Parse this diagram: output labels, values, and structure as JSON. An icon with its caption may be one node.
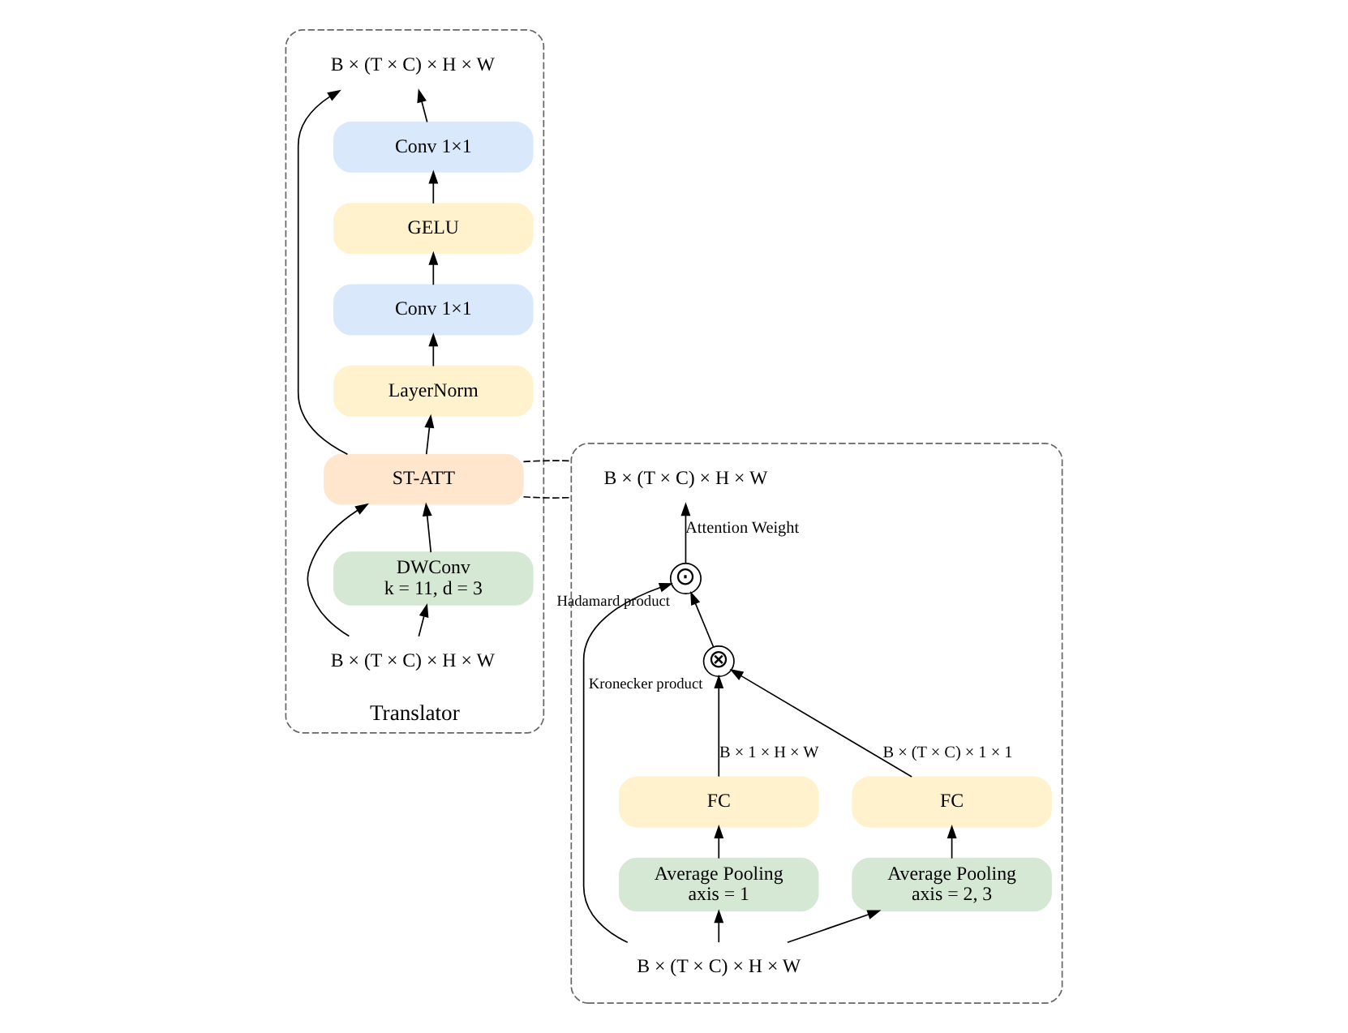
{
  "diagram": {
    "nodes": [
      {
        "text": [
          "Translator"
        ]
      },
      {
        "text": [
          "B × (T × C) × H × W"
        ],
        "in": 0
      },
      {
        "text": [
          "Conv 1×1"
        ],
        "in": 0
      },
      {
        "text": [
          "GELU"
        ],
        "in": 0
      },
      {
        "text": [
          "Conv 1×1"
        ],
        "in": 0
      },
      {
        "text": [
          "LayerNorm"
        ],
        "in": 0
      },
      {
        "text": [
          "ST-ATT"
        ],
        "in": 0
      },
      {
        "text": [
          "DWConv",
          "k = 11, d = 3"
        ],
        "in": 0
      },
      {
        "text": [
          "B × (T × C) × H × W"
        ],
        "in": 0
      },
      {
        "text": [],
        "shape": "box"
      },
      {
        "text": [
          "B × (T × C) × H × W"
        ],
        "in": 9
      },
      {
        "text": [
          "⊙"
        ],
        "in": 9,
        "beside": [
          "Hadamard product"
        ]
      },
      {
        "text": [
          "⊗"
        ],
        "in": 9,
        "beside": [
          "Kronecker product"
        ]
      },
      {
        "text": [
          "FC"
        ],
        "in": 9
      },
      {
        "text": [
          "FC"
        ],
        "in": 9
      },
      {
        "text": [
          "Average Pooling",
          "axis = 1"
        ],
        "in": 9
      },
      {
        "text": [
          "Average Pooling",
          "axis = 2, 3"
        ],
        "in": 9
      },
      {
        "text": [
          "B × (T × C) × H × W"
        ],
        "in": 9
      }
    ],
    "edges": [
      {
        "from": 8,
        "to": 7,
        "arrow": "to"
      },
      {
        "from": 8,
        "to": 6,
        "arrow": "to"
      },
      {
        "from": 7,
        "to": 6,
        "arrow": "to"
      },
      {
        "from": 6,
        "to": 5,
        "arrow": "to"
      },
      {
        "from": 6,
        "to": 1,
        "arrow": "to"
      },
      {
        "from": 5,
        "to": 4,
        "arrow": "to"
      },
      {
        "from": 4,
        "to": 3,
        "arrow": "to"
      },
      {
        "from": 3,
        "to": 2,
        "arrow": "to"
      },
      {
        "from": 2,
        "to": 1,
        "arrow": "to"
      },
      {
        "from": 6,
        "to": 9,
        "arrow": "none",
        "style": "dashed"
      },
      {
        "from": 6,
        "to": 9,
        "arrow": "none",
        "style": "dashed"
      },
      {
        "from": 17,
        "to": 15,
        "arrow": "to"
      },
      {
        "from": 17,
        "to": 16,
        "arrow": "to"
      },
      {
        "from": 17,
        "to": 11,
        "arrow": "to"
      },
      {
        "from": 15,
        "to": 13,
        "arrow": "to"
      },
      {
        "from": 16,
        "to": 14,
        "arrow": "to"
      },
      {
        "from": 13,
        "to": 12,
        "label": "B × 1 × H × W",
        "arrow": "to"
      },
      {
        "from": 14,
        "to": 12,
        "label": "B × (T × C) × 1 × 1",
        "arrow": "to"
      },
      {
        "from": 12,
        "to": 11,
        "arrow": "to"
      },
      {
        "from": 11,
        "to": 10,
        "label": "Attention Weight",
        "arrow": "to"
      }
    ]
  }
}
